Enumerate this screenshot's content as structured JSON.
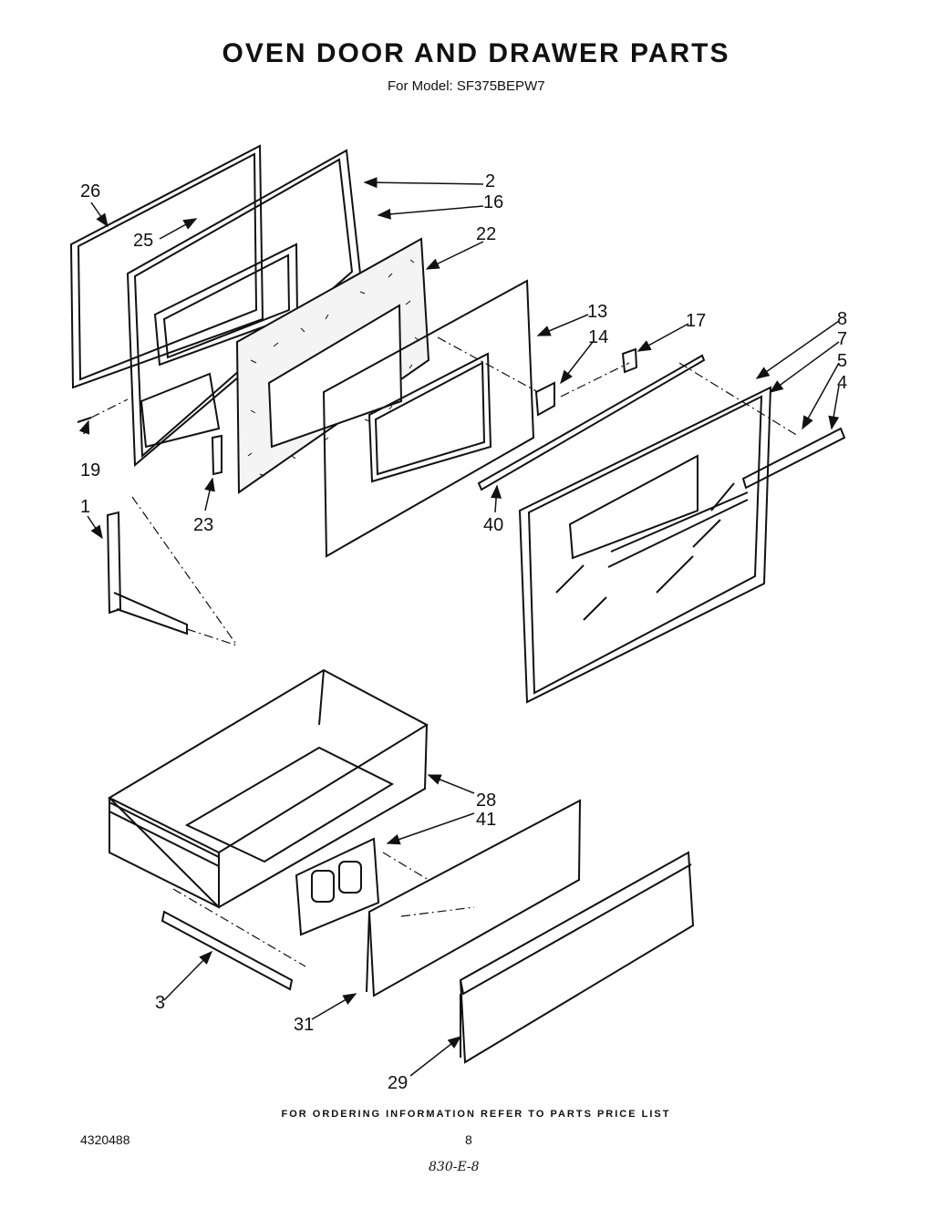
{
  "title": "OVEN DOOR AND DRAWER PARTS",
  "subtitle": "For Model: SF375BEPW7",
  "footer_note": "FOR ORDERING INFORMATION REFER TO PARTS PRICE LIST",
  "document_number": "4320488",
  "page_number": "8",
  "handwritten_note": "830-E-8",
  "callouts": {
    "c1": "1",
    "c2": "2",
    "c3": "3",
    "c4": "4",
    "c5": "5",
    "c7": "7",
    "c8": "8",
    "c13": "13",
    "c14": "14",
    "c16": "16",
    "c17": "17",
    "c19": "19",
    "c22": "22",
    "c23": "23",
    "c25": "25",
    "c26": "26",
    "c28": "28",
    "c29": "29",
    "c31": "31",
    "c40": "40",
    "c41": "41"
  }
}
